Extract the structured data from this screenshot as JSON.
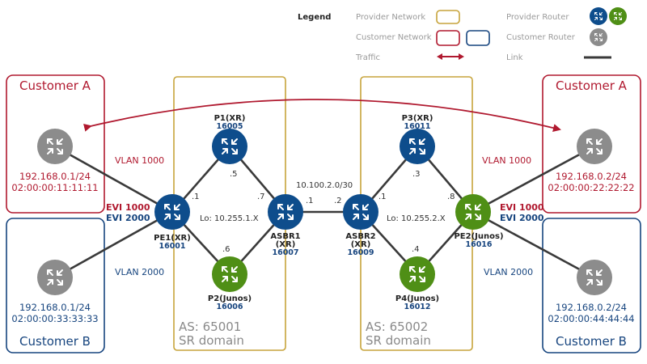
{
  "legend": {
    "title": "Legend",
    "provider_network": "Provider Network",
    "customer_network": "Customer Network",
    "traffic": "Traffic",
    "provider_router": "Provider Router",
    "customer_router": "Customer Router",
    "link": "Link"
  },
  "domains": {
    "left": {
      "as": "AS: 65001",
      "sr": "SR domain"
    },
    "right": {
      "as": "AS: 65002",
      "sr": "SR domain"
    }
  },
  "customers": {
    "a_left": {
      "title": "Customer A",
      "ip": "192.168.0.1/24",
      "mac": "02:00:00:11:11:11"
    },
    "b_left": {
      "title": "Customer B",
      "ip": "192.168.0.1/24",
      "mac": "02:00:00:33:33:33"
    },
    "a_right": {
      "title": "Customer A",
      "ip": "192.168.0.2/24",
      "mac": "02:00:00:22:22:22"
    },
    "b_right": {
      "title": "Customer B",
      "ip": "192.168.0.2/24",
      "mac": "02:00:00:44:44:44"
    }
  },
  "routers": {
    "pe1": {
      "name": "PE1(XR)",
      "sid": "16001"
    },
    "p1": {
      "name": "P1(XR)",
      "sid": "16005"
    },
    "p2": {
      "name": "P2(Junos)",
      "sid": "16006"
    },
    "asbr1": {
      "name": "ASBR1",
      "name2": "(XR)",
      "sid": "16007"
    },
    "asbr2": {
      "name": "ASBR2",
      "name2": "(XR)",
      "sid": "16009"
    },
    "p3": {
      "name": "P3(XR)",
      "sid": "16011"
    },
    "p4": {
      "name": "P4(Junos)",
      "sid": "16012"
    },
    "pe2": {
      "name": "PE2(Junos)",
      "sid": "16016"
    }
  },
  "labels": {
    "vlan_1000_left": "VLAN 1000",
    "vlan_2000_left": "VLAN 2000",
    "vlan_1000_right": "VLAN 1000",
    "vlan_2000_right": "VLAN 2000",
    "evi_1000_left": "EVI 1000",
    "evi_2000_left": "EVI 2000",
    "evi_1000_right": "EVI 1000",
    "evi_2000_right": "EVI 2000",
    "lo_left": "Lo: 10.255.1.X",
    "lo_right": "Lo: 10.255.2.X",
    "inter_as_subnet": "10.100.2.0/30",
    "if_pe1_p1": ".1",
    "if_p1_pe1": ".5",
    "if_p1_asbr1": ".7",
    "if_pe1_p2": ".6",
    "if_asbr1_asbr2": ".1",
    "if_asbr2_asbr1": ".2",
    "if_asbr2_p3": ".1",
    "if_p3_pe2": ".3",
    "if_pe2_p3": ".8",
    "if_p4": ".4"
  },
  "colors": {
    "provider_blue": "#0e4d8c",
    "provider_green": "#4f8f16",
    "customer_gray": "#8c8c8c",
    "customer_a_red": "#b0192f",
    "customer_b_blue": "#17457f",
    "provider_box": "#c7a43b",
    "link": "#3a3a3a"
  }
}
